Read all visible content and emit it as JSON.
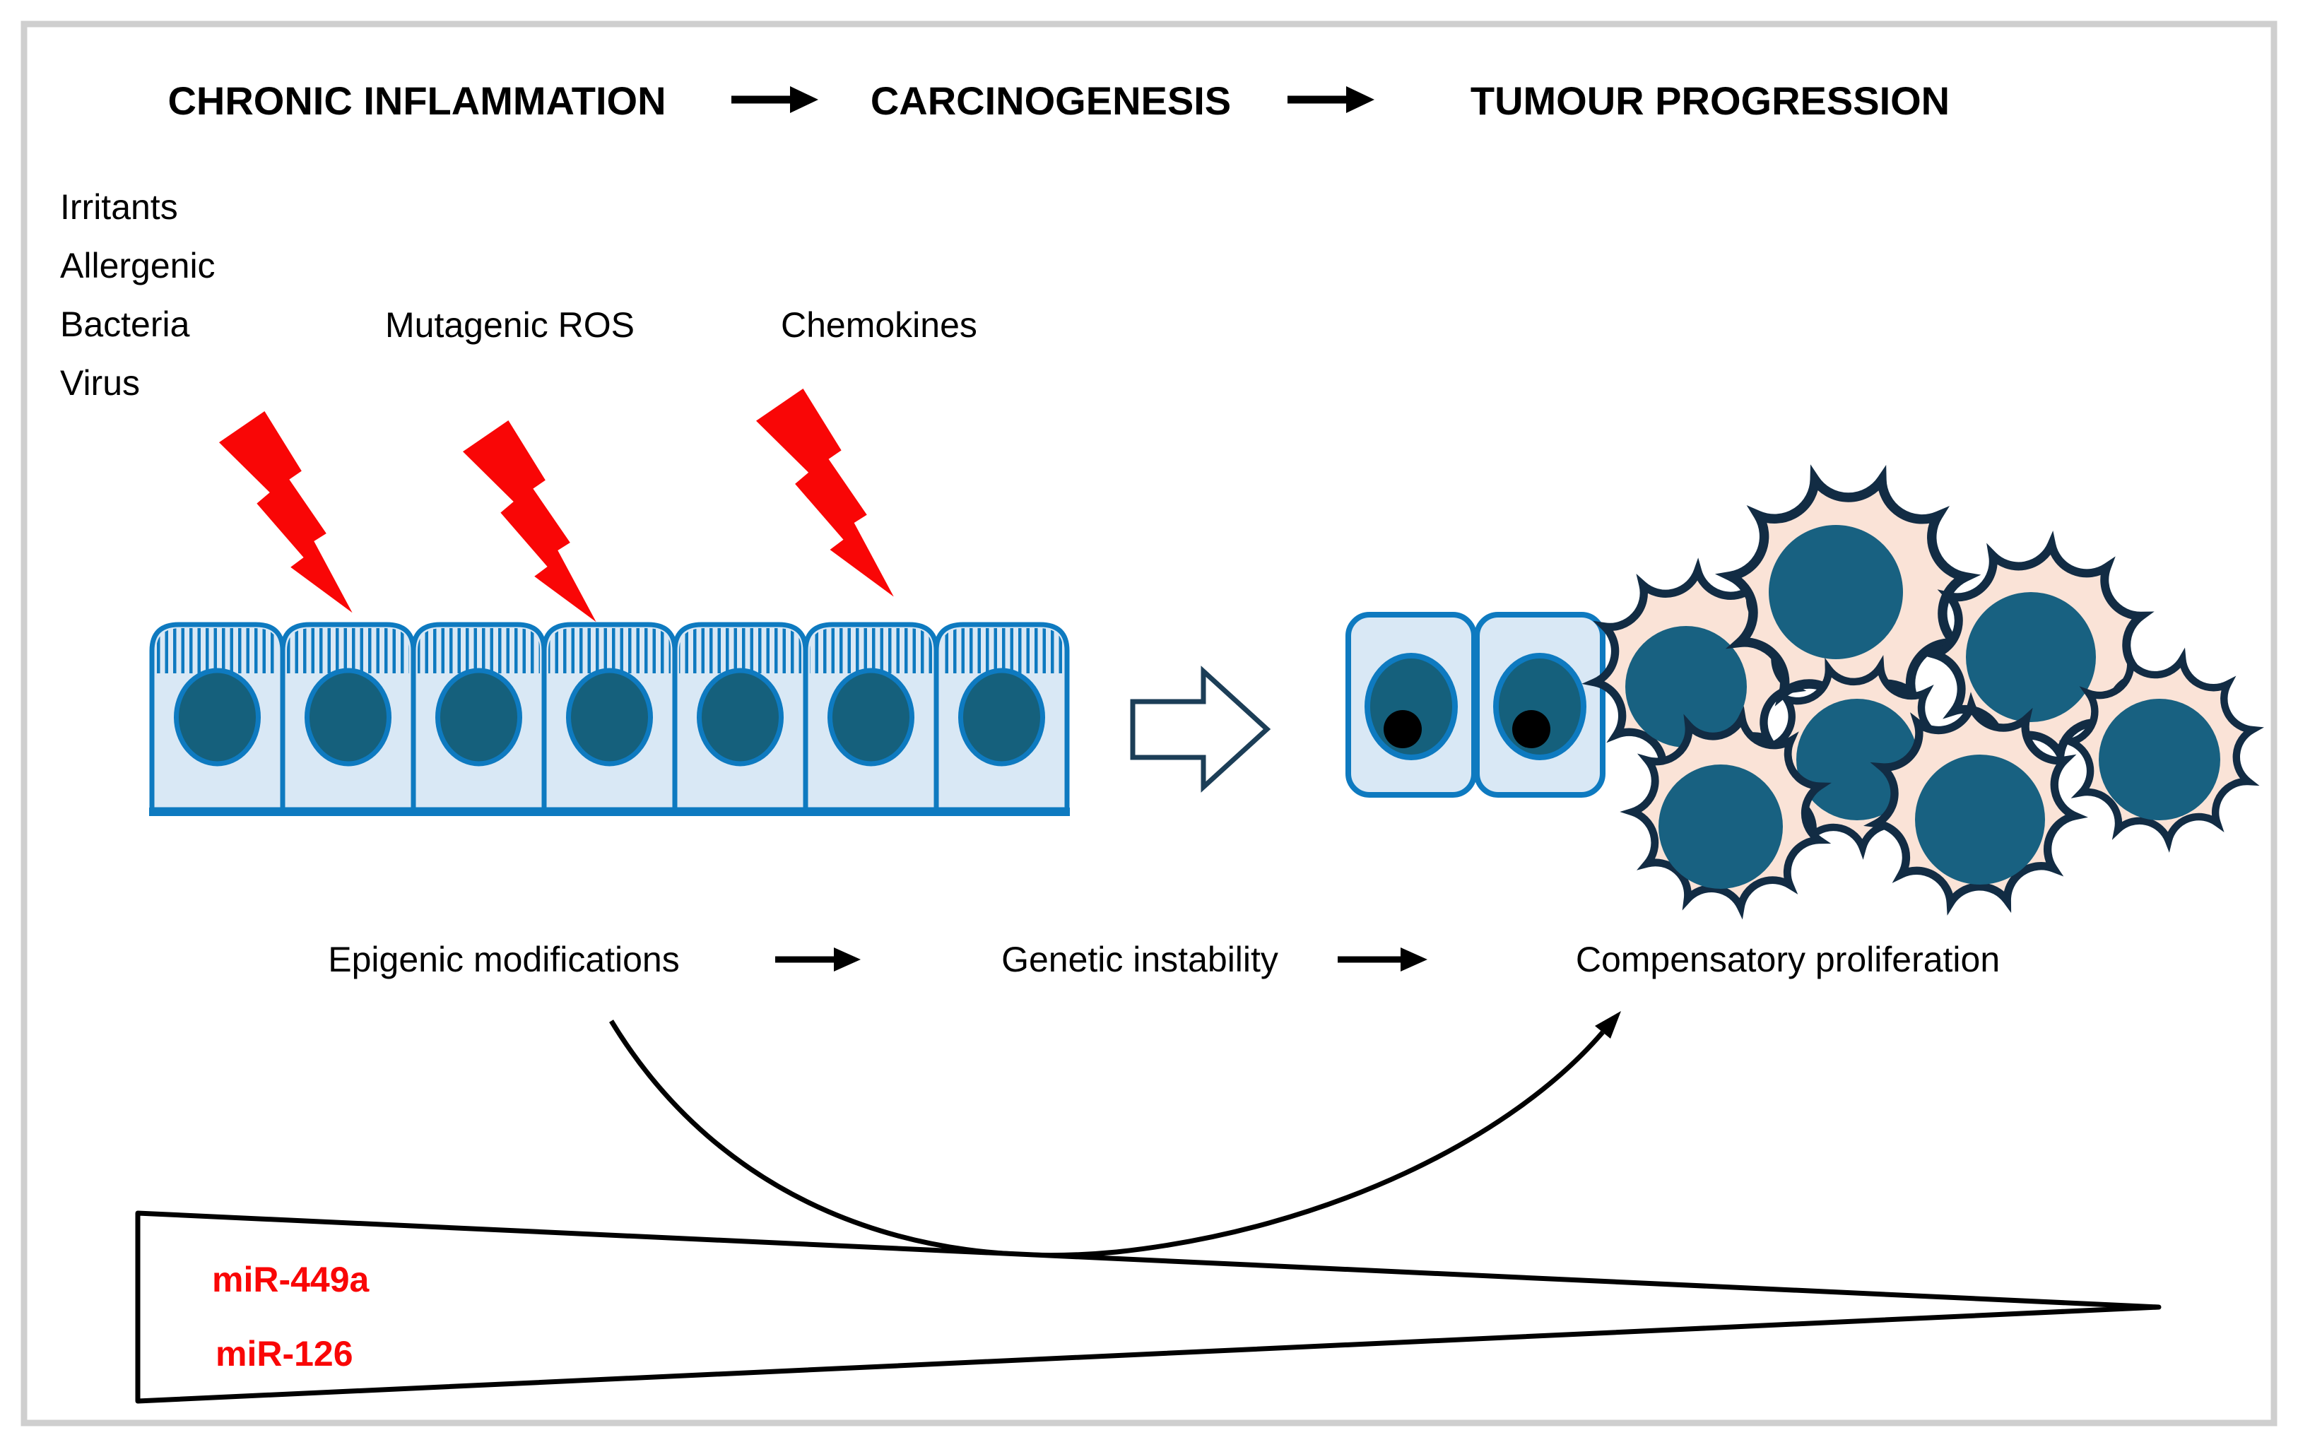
{
  "diagram": {
    "header": {
      "stages": [
        "CHRONIC INFLAMMATION",
        "CARCINOGENESIS",
        "TUMOUR PROGRESSION"
      ]
    },
    "stimuli": [
      "Irritants",
      "Allergenic",
      "Bacteria",
      "Virus"
    ],
    "mediators": [
      "Mutagenic ROS",
      "Chemokines"
    ],
    "process_steps": [
      "Epigenic modifications",
      "Genetic instability",
      "Compensatory proliferation"
    ],
    "mirnas": [
      "miR-449a",
      "miR-126"
    ],
    "icons": {
      "lightning_bolts": "red-lightning-bolt-icon x3",
      "block_arrow": "hollow-right-arrow-icon",
      "curved_arrow": "curved-up-arrow",
      "wedge": "decreasing-gradient-wedge"
    },
    "colors": {
      "epithelial_fill": "#d9e8f5",
      "epithelial_border": "#0e7ac0",
      "nucleus_teal": "#15607c",
      "nucleolus_black": "#000000",
      "tumor_fill": "#fae3d7",
      "tumor_outline": "#122c44",
      "tumor_nucleus": "#186181",
      "bolt_red": "#f90606",
      "mirna_red": "#f90606",
      "arrow_outline": "#1c3e57",
      "frame_gray": "#cfcfcf",
      "text_black": "#000000"
    }
  }
}
